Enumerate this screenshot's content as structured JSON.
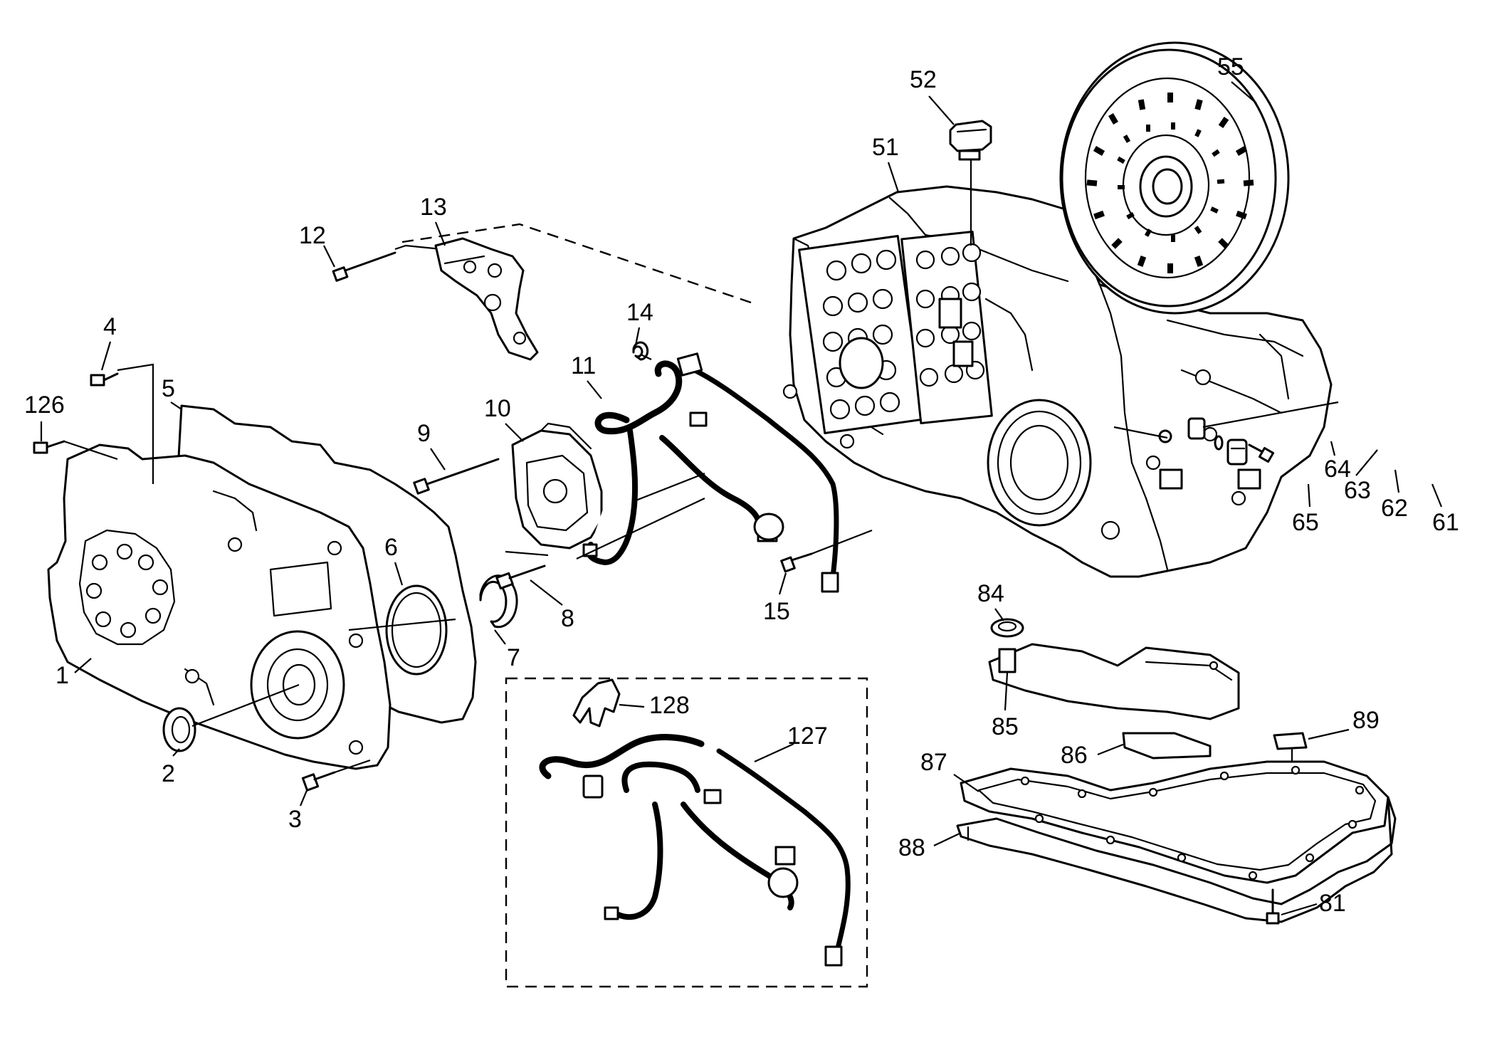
{
  "callouts": {
    "c1": "1",
    "c2": "2",
    "c3": "3",
    "c4": "4",
    "c5": "5",
    "c6": "6",
    "c7": "7",
    "c8": "8",
    "c9": "9",
    "c10": "10",
    "c11": "11",
    "c12": "12",
    "c13": "13",
    "c14": "14",
    "c15": "15",
    "c51": "51",
    "c52": "52",
    "c55": "55",
    "c61": "61",
    "c62": "62",
    "c63": "63",
    "c64": "64",
    "c65": "65",
    "c81": "81",
    "c84": "84",
    "c85": "85",
    "c86": "86",
    "c87": "87",
    "c88": "88",
    "c89": "89",
    "c126": "126",
    "c127": "127",
    "c128": "128"
  }
}
